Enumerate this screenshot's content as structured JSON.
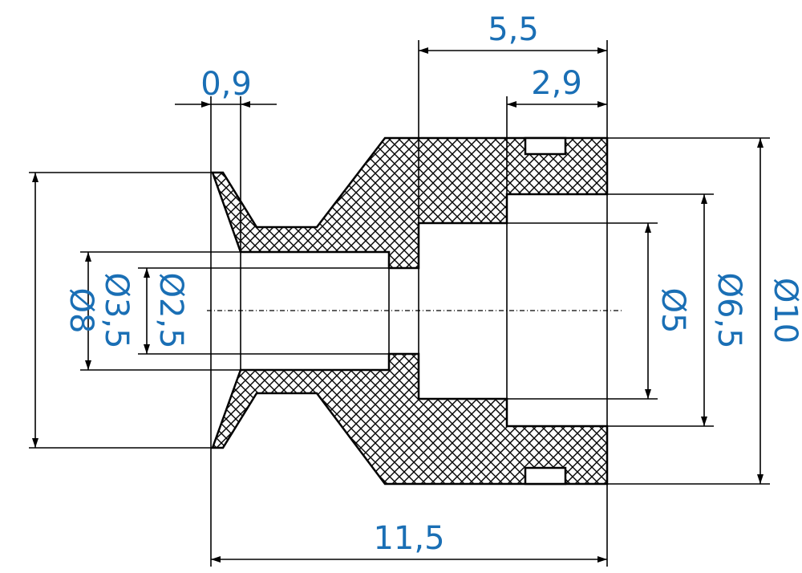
{
  "dimensions": {
    "flange_thickness": "0,9",
    "counterbore_depth": "5,5",
    "inner_step_depth": "2,9",
    "overall_length": "11,5",
    "flange_diameter": "Ø8",
    "bore_diameter": "Ø3,5",
    "tip_diameter": "Ø2,5",
    "inner_bore_diameter": "Ø5",
    "counterbore_diameter": "Ø6,5",
    "outer_diameter": "Ø10"
  },
  "colors": {
    "dimension_text": "#1a6fb5",
    "outline": "#000000",
    "background": "#ffffff"
  }
}
